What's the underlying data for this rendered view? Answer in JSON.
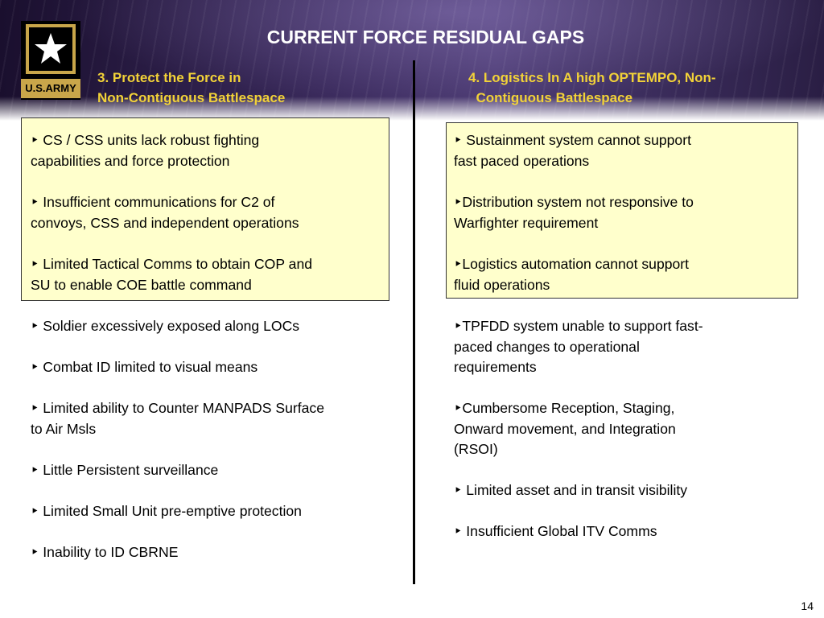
{
  "slide": {
    "title": "CURRENT FORCE RESIDUAL GAPS",
    "page_number": "14",
    "logo": {
      "text": "U.S.ARMY",
      "icon": "army-star-icon"
    },
    "colors": {
      "heading": "#f2d238",
      "box_fill": "#ffffcc",
      "banner": "#3a2a5c"
    }
  },
  "left": {
    "heading": "3. Protect the Force in\nNon-Contiguous Battlespace",
    "boxed": [
      "‣ CS / CSS units lack robust fighting\ncapabilities and force protection",
      "‣ Insufficient communications for C2 of\nconvoys, CSS and independent operations",
      "‣ Limited Tactical Comms to obtain COP and\nSU to enable COE battle command"
    ],
    "items": [
      "‣ Soldier excessively exposed along LOCs",
      "‣ Combat ID limited to visual means",
      "‣ Limited ability to Counter MANPADS Surface\nto Air Msls",
      "‣ Little Persistent surveillance",
      "‣ Limited Small Unit pre-emptive protection",
      "‣ Inability to ID CBRNE"
    ]
  },
  "right": {
    "heading": "4. Logistics In A high OPTEMPO, Non-\n  Contiguous Battlespace",
    "boxed": [
      "‣ Sustainment system cannot support\nfast paced operations",
      "‣Distribution system not responsive to\nWarfighter requirement",
      "‣Logistics automation cannot support\nfluid operations"
    ],
    "items": [
      "‣TPFDD system unable to support fast-\npaced changes to operational\nrequirements",
      "‣Cumbersome Reception, Staging,\nOnward movement, and Integration\n(RSOI)",
      "‣ Limited asset and in transit visibility",
      "‣ Insufficient Global ITV Comms"
    ]
  }
}
